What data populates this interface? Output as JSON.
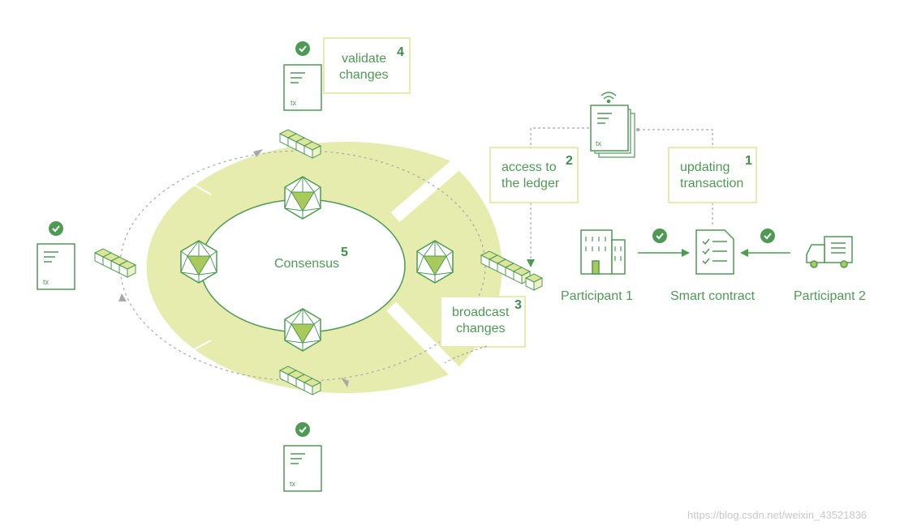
{
  "steps": {
    "updating": {
      "number": "1",
      "line1": "updating",
      "line2": "transaction"
    },
    "access": {
      "number": "2",
      "line1": "access to",
      "line2": "the ledger"
    },
    "broadcast": {
      "number": "3",
      "line1": "broadcast",
      "line2": "changes"
    },
    "validate": {
      "number": "4",
      "line1": "validate",
      "line2": "changes"
    },
    "consensus": {
      "number": "5",
      "label": "Consensus"
    }
  },
  "participants": {
    "p1": "Participant 1",
    "contract": "Smart contract",
    "p2": "Participant 2"
  },
  "doc_label": "tx",
  "watermark": "https://blog.csdn.net/weixin_43521836",
  "colors": {
    "green": "#4e9a55",
    "light_green": "#e6ecae",
    "gem": "#a9c95a",
    "gem_light": "#dbe69a"
  },
  "icons": [
    "check-icon",
    "document-icon",
    "building-icon",
    "truck-icon",
    "wifi-icon",
    "contract-icon",
    "icosahedron-icon",
    "block-chain-icon"
  ]
}
